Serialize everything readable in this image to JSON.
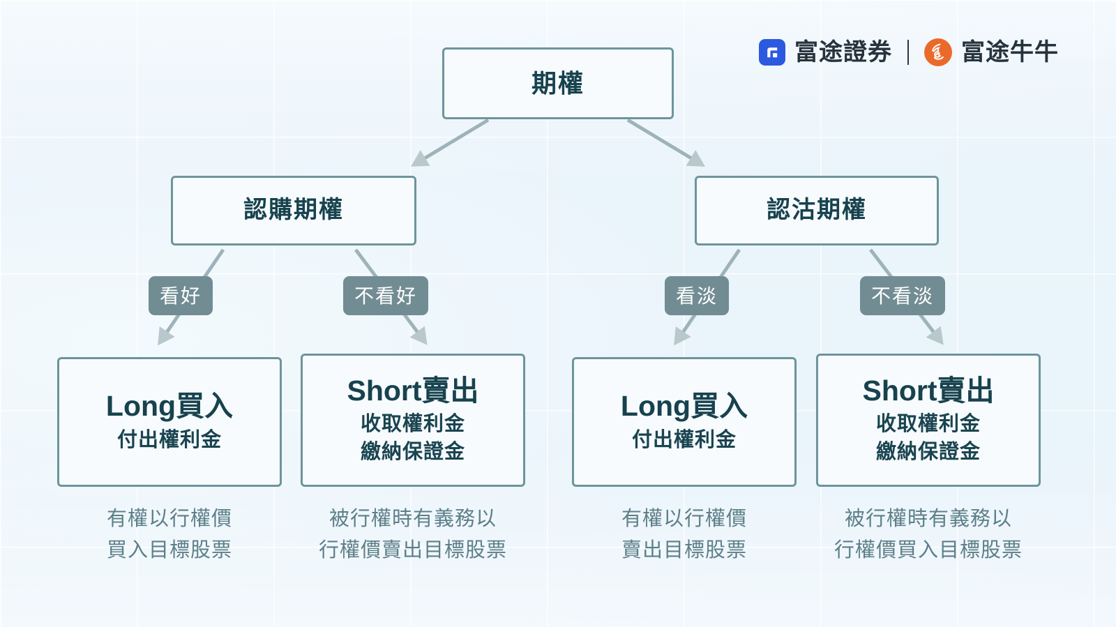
{
  "brand": {
    "securities_mark": "futu-securities-logo",
    "securities_name": "富途證券",
    "divider": "|",
    "app_mark": "futu-niuniu-logo",
    "app_name": "富途牛牛",
    "square_color": "#2b5ae0",
    "circle_color": "#ea6a2b",
    "text_color": "#26323c"
  },
  "theme": {
    "background": "#eaf4fb",
    "grid_line": "#ffffff",
    "node_border": "#6d949c",
    "node_fill": "#f7fbfd",
    "node_text": "#17424e",
    "badge_fill": "#728c93",
    "badge_text": "#ffffff",
    "caption_text": "#5d7f89",
    "arrow_line": "#8fa9b0",
    "arrow_head": "#b9c8cb"
  },
  "diagram": {
    "type": "tree",
    "root": {
      "label": "期權"
    },
    "branches": [
      {
        "label": "認購期權"
      },
      {
        "label": "認沽期權"
      }
    ],
    "edge_labels": [
      {
        "label": "看好"
      },
      {
        "label": "不看好"
      },
      {
        "label": "看淡"
      },
      {
        "label": "不看淡"
      }
    ],
    "leaves": [
      {
        "title": "Long買入",
        "sub_lines": [
          "付出權利金"
        ],
        "caption_lines": [
          "有權以行權價",
          "買入目標股票"
        ]
      },
      {
        "title": "Short賣出",
        "sub_lines": [
          "收取權利金",
          "繳納保證金"
        ],
        "caption_lines": [
          "被行權時有義務以",
          "行權價賣出目標股票"
        ]
      },
      {
        "title": "Long買入",
        "sub_lines": [
          "付出權利金"
        ],
        "caption_lines": [
          "有權以行權價",
          "賣出目標股票"
        ]
      },
      {
        "title": "Short賣出",
        "sub_lines": [
          "收取權利金",
          "繳納保證金"
        ],
        "caption_lines": [
          "被行權時有義務以",
          "行權價買入目標股票"
        ]
      }
    ]
  }
}
